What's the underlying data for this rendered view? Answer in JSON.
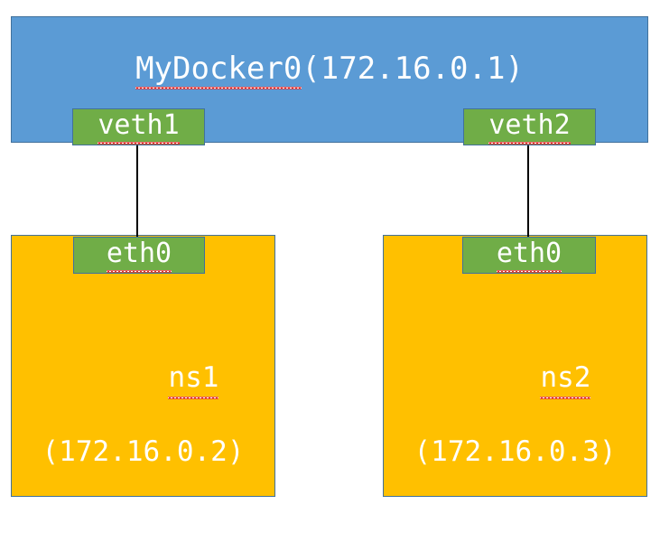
{
  "diagram": {
    "type": "network-topology",
    "bridge": {
      "name": "MyDocker0",
      "ip": "172.16.0.1",
      "label": "MyDocker0(172.16.0.1)",
      "color": "#5B9BD5",
      "interfaces": [
        {
          "name": "veth1",
          "label": "veth1",
          "color": "#70AD47"
        },
        {
          "name": "veth2",
          "label": "veth2",
          "color": "#70AD47"
        }
      ]
    },
    "namespaces": [
      {
        "name": "ns1",
        "label": "ns1",
        "ip_label": "(172.16.0.2)",
        "ip": "172.16.0.2",
        "color": "#FFC000",
        "interface": {
          "name": "eth0",
          "label": "eth0",
          "color": "#70AD47"
        },
        "connected_to": "veth1"
      },
      {
        "name": "ns2",
        "label": "ns2",
        "ip_label": "(172.16.0.3)",
        "ip": "172.16.0.3",
        "color": "#FFC000",
        "interface": {
          "name": "eth0",
          "label": "eth0",
          "color": "#70AD47"
        },
        "connected_to": "veth2"
      }
    ],
    "colors": {
      "bridge_fill": "#5B9BD5",
      "interface_fill": "#70AD47",
      "namespace_fill": "#FFC000",
      "border": "#41719C",
      "connector": "#000000",
      "text": "#FFFFFF",
      "spellcheck_underline": "#E03030",
      "background": "#FFFFFF"
    }
  }
}
